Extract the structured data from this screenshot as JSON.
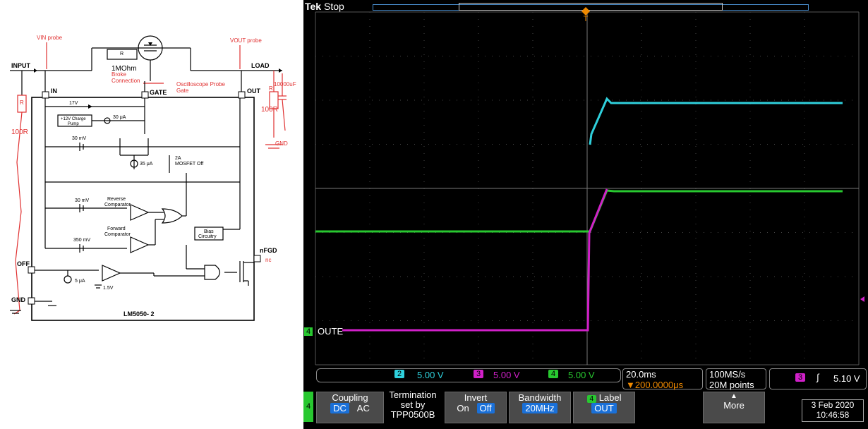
{
  "schematic": {
    "vin_probe": "VIN probe",
    "vout_probe": "VOUT probe",
    "input": "INPUT",
    "load": "LOAD",
    "r_top": "R",
    "r_value": "1MOhm",
    "broke": "Broke",
    "connection": "Connection",
    "osc_probe": "Oscilloscope Probe",
    "gate_lbl": "Gate",
    "in": "IN",
    "gate": "GATE",
    "out": "OUT",
    "r_left": "R",
    "r_left_val": "100R",
    "cap": "10000uF",
    "r_right": "R",
    "r_right_val": "100R",
    "gnd_hand": "GND",
    "v17": "17V",
    "charge_pump": "+12V Charge",
    "pump": "Pump",
    "i30": "30 μA",
    "mv30a": "30 mV",
    "i35": "35 μA",
    "two_a": "2A",
    "mosfet_off": "MOSFET Off",
    "mv30b": "30 mV",
    "reverse": "Reverse",
    "comparator1": "Comparator",
    "forward": "Forward",
    "comparator2": "Comparator",
    "mv350": "350 mV",
    "bias1": "Bias",
    "bias2": "Circuitry",
    "nfgd": "nFGD",
    "nc": "nc",
    "off": "OFF",
    "i5": "5 μA",
    "v15": "1.5V",
    "gnd": "GND",
    "part": "LM5050- 2"
  },
  "scope": {
    "brand": "Tek",
    "status": "Stop",
    "ch4_label": "OUTE",
    "ch2_scale": "5.00 V",
    "ch3_scale": "5.00 V",
    "ch4_scale": "5.00 V",
    "ch2_num": "2",
    "ch3_num": "3",
    "ch4_num": "4",
    "timebase": "20.0ms",
    "trig_pos": "▼200.0000μs",
    "sample_rate": "100MS/s",
    "points": "20M points",
    "trig_level": "5.10 V",
    "trig_ch": "3",
    "side_ch": "4",
    "coupling": "Coupling",
    "dc": "DC",
    "ac": "AC",
    "term1": "Termination",
    "term2": "set by",
    "term3": "TPP0500B",
    "invert": "Invert",
    "on": "On",
    "off": "Off",
    "bandwidth": "Bandwidth",
    "bw_val": "20MHz",
    "label": "Label",
    "label_val": "OUT",
    "more": "More",
    "date": "3 Feb  2020",
    "time": "10:46:58",
    "colors": {
      "ch2": "#2fd0dc",
      "ch3": "#d020c8",
      "ch4": "#28c830",
      "trigger": "#f08a00",
      "highlight": "#1a70d8"
    }
  }
}
